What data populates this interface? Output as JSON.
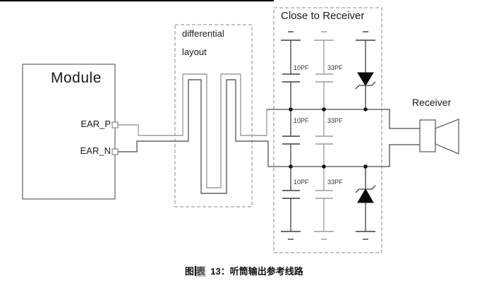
{
  "module": {
    "title": "Module",
    "pin_p": "EAR_P",
    "pin_n": "EAR_N"
  },
  "differential_box": {
    "line1": "differential",
    "line2": "layout"
  },
  "close_to_receiver_box": {
    "title": "Close to Receiver",
    "rows": [
      {
        "cap1": "10PF",
        "cap2": "33PF",
        "protection": "zener-tvs-diode"
      },
      {
        "cap1": "10PF",
        "cap2": "33PF"
      },
      {
        "cap1": "10PF",
        "cap2": "33PF",
        "protection": "zener-tvs-diode"
      }
    ]
  },
  "receiver": {
    "label": "Receiver"
  },
  "caption": {
    "prefix": "图",
    "highlighted": "表",
    "rest": "  13：听筒输出参考线路"
  },
  "colors": {
    "trace_p": "#9c9c9c",
    "trace_n": "#606060",
    "rail": "#4a4a4a",
    "component_dark": "#3d3d3d",
    "component_gray": "#9a9a9a",
    "dashed_border": "#8a8a8a",
    "module_border": "#6e6e6e",
    "diode_fill": "#0a0a0a",
    "caption_highlight": "#bcbcbc",
    "table_border": "#000000"
  }
}
